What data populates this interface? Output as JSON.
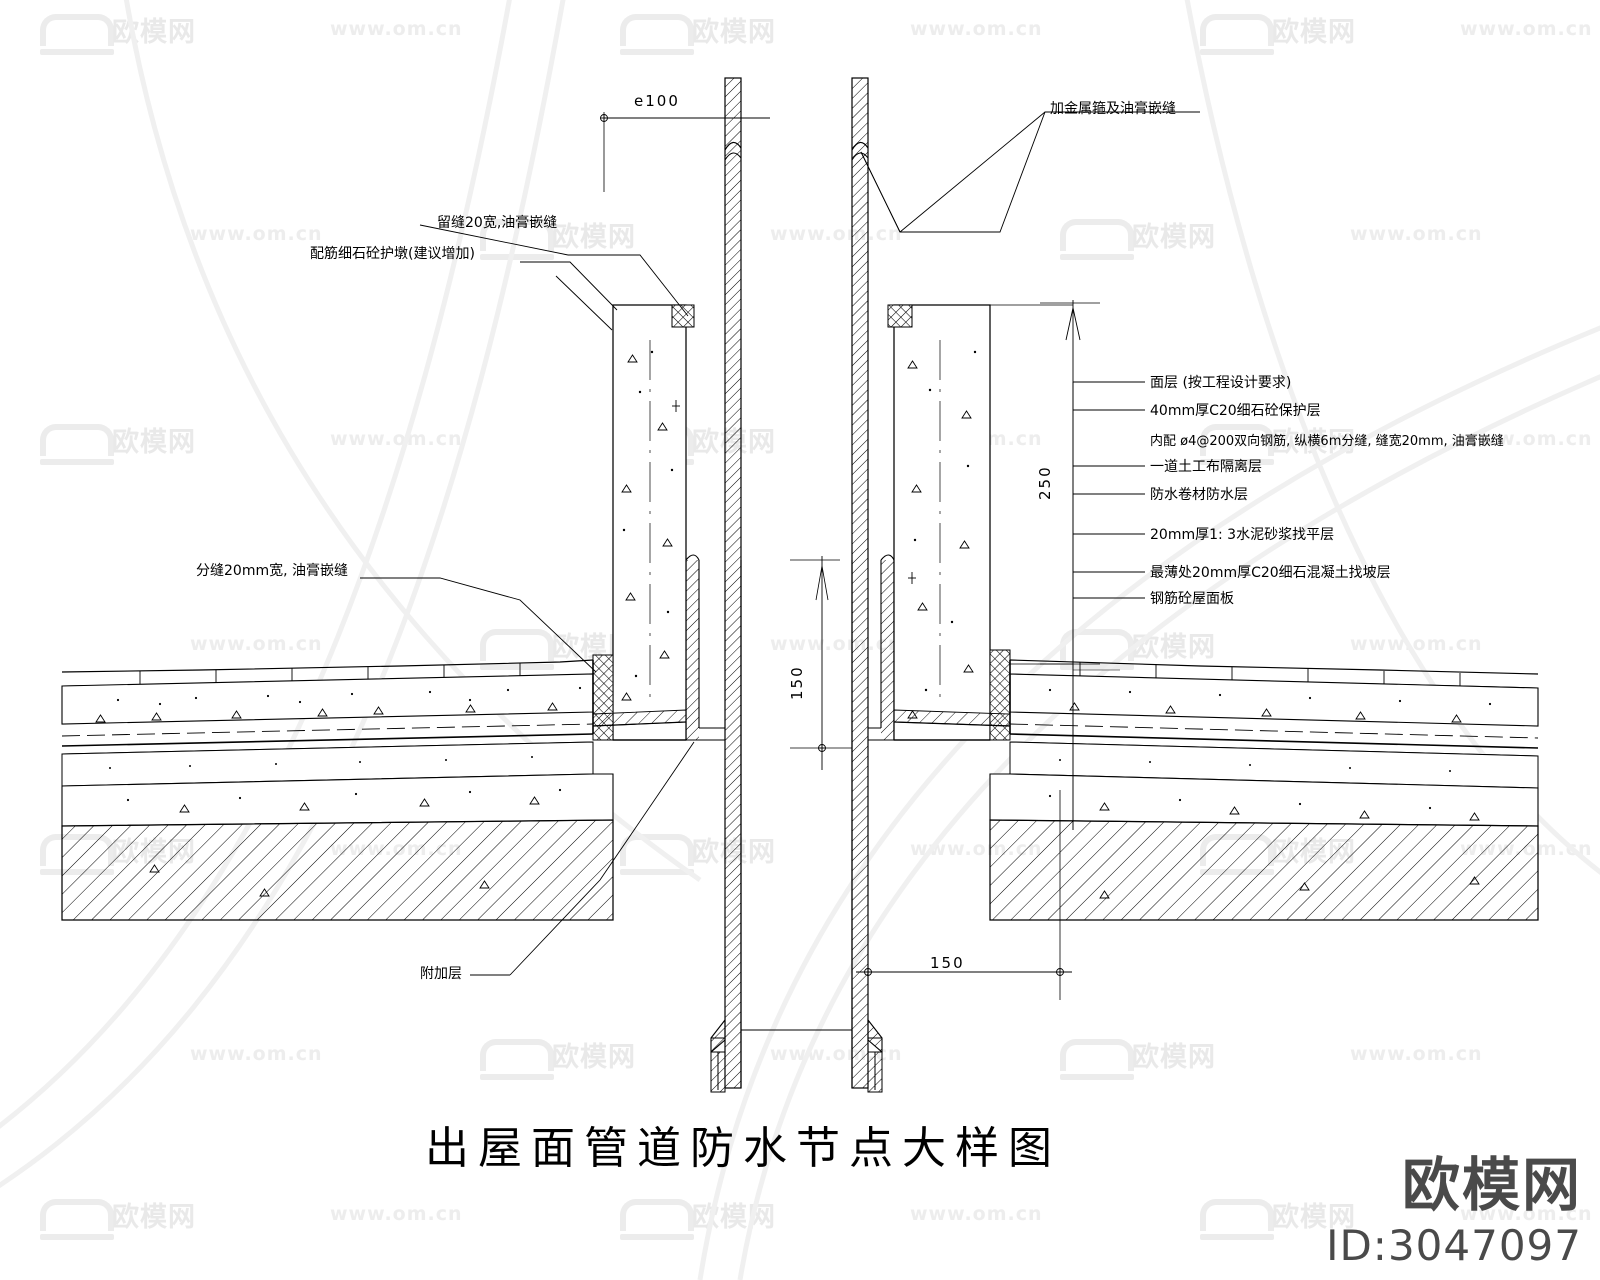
{
  "drawing": {
    "title": "出屋面管道防水节点大样图",
    "annotations": {
      "top_right": "加金属箍及油膏嵌缝",
      "upper_left_line1": "留缝20宽,油膏嵌缝",
      "upper_left_line2": "配筋细石砼护墩(建议增加)",
      "mid_left": "分缝20mm宽, 油膏嵌缝",
      "bottom_left": "附加层"
    },
    "layer_notes": [
      "面层 (按工程设计要求)",
      "40mm厚C20细石砼保护层",
      "内配 ø4@200双向钢筋, 纵横6m分缝, 缝宽20mm, 油膏嵌缝",
      "一道土工布隔离层",
      "防水卷材防水层",
      "20mm厚1: 3水泥砂浆找平层",
      "最薄处20mm厚C20细石混凝土找坡层",
      "钢筋砼屋面板"
    ],
    "dimensions": {
      "pipe_diameter": "e100",
      "curb_height": "250",
      "flashing_height": "150",
      "curb_width": "150"
    }
  },
  "watermark": {
    "brand": "欧模网",
    "url": "www.om.cn",
    "logo_text": "欧模网",
    "logo_id": "ID:3047097"
  }
}
